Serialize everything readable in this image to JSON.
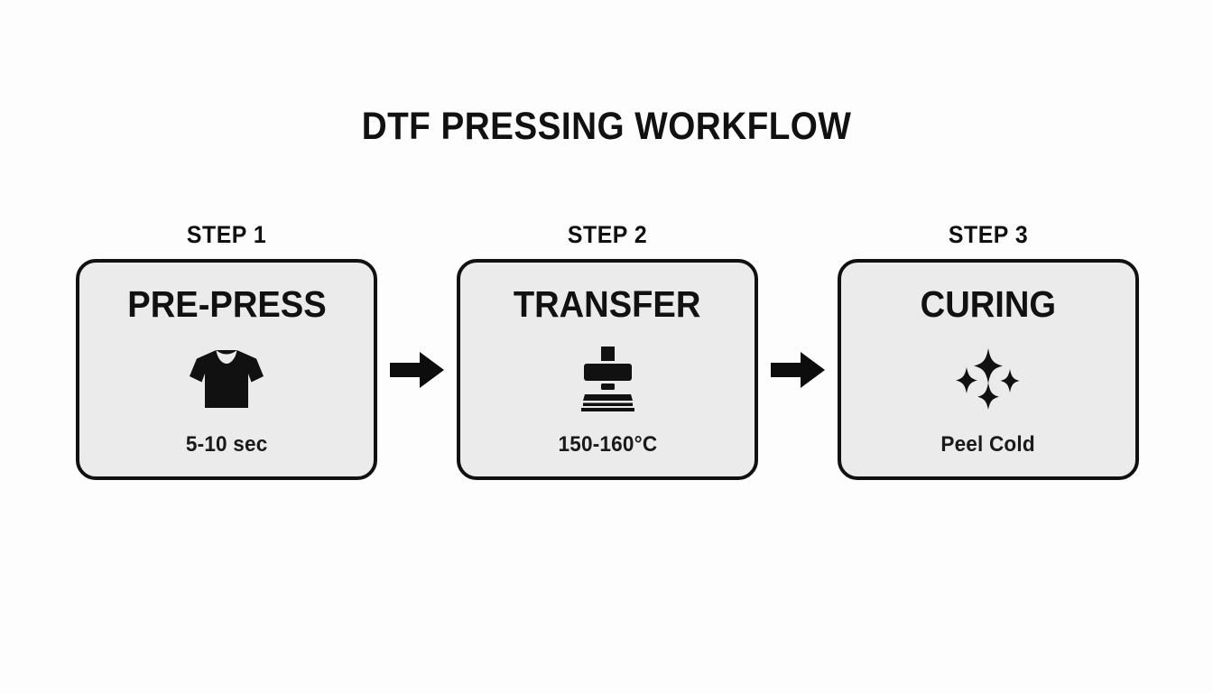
{
  "page": {
    "title": "DTF PRESSING WORKFLOW",
    "background_color": "#fdfdfd",
    "ink_color": "#111111",
    "card_fill_color": "#ebebeb"
  },
  "steps": [
    {
      "step_label": "STEP 1",
      "heading": "PRE-PRESS",
      "icon": "tshirt-icon",
      "caption": "5-10 sec"
    },
    {
      "step_label": "STEP 2",
      "heading": "TRANSFER",
      "icon": "heat-press-icon",
      "caption": "150-160°C"
    },
    {
      "step_label": "STEP 3",
      "heading": "CURING",
      "icon": "sparkles-icon",
      "caption": "Peel Cold"
    }
  ],
  "connectors": [
    {
      "icon": "arrow-right-icon"
    },
    {
      "icon": "arrow-right-icon"
    }
  ]
}
